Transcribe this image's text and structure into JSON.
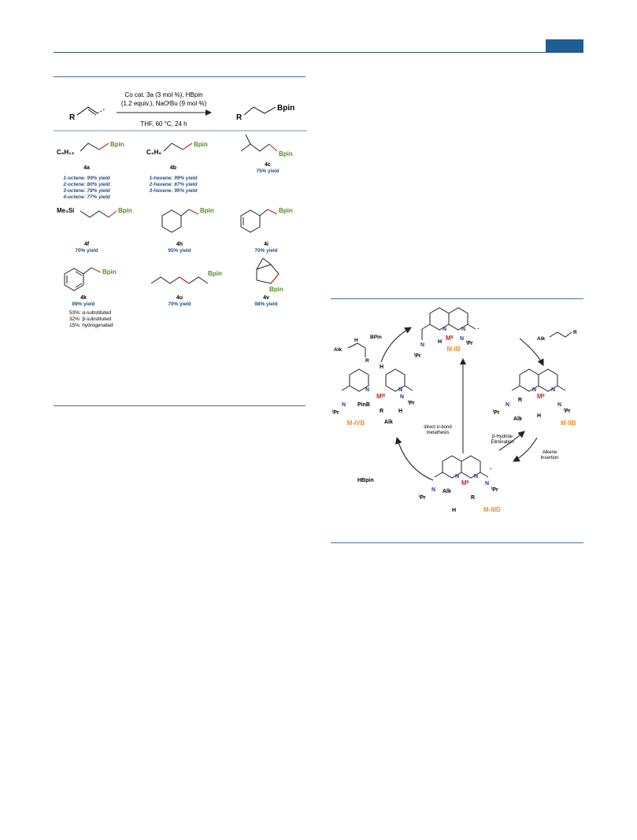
{
  "colors": {
    "header_accent": "#1f5d96",
    "yield_blue": "#1f4e8c",
    "bpin_green": "#5a8a1e",
    "bond_red": "#c8261f",
    "label_orange": "#f28c28",
    "metal_red": "#c8261f",
    "nitrogen_blue": "#2233aa"
  },
  "scheme": {
    "conditions_line1": "Co cat. 3a (3 mol %), HBpin",
    "conditions_line2": "(1.2 equiv.), NaOᵗBu (9 mol %)",
    "conditions_line3": "THF, 60 °C, 24 h",
    "reactant_r": "R",
    "product_r": "R",
    "product_bpin": "Bpin",
    "products": [
      {
        "id": "4a",
        "prefix": "C₆H₁₃",
        "bpin": "Bpin",
        "yields": [
          "1-octene: 99% yield",
          "2-octene: 80% yield",
          "3-octene: 78% yield",
          "4-octene: 77% yield"
        ]
      },
      {
        "id": "4b",
        "prefix": "C₄H₉",
        "bpin": "Bpin",
        "yields": [
          "1-hexene: 99% yield",
          "2-hexene: 87% yield",
          "3-hexene: 95% yield"
        ]
      },
      {
        "id": "4c",
        "bpin": "Bpin",
        "yield": "75% yield"
      },
      {
        "id": "4f",
        "prefix": "Me₃Si",
        "bpin": "Bpin",
        "yield": "70% yield"
      },
      {
        "id": "4h",
        "bpin": "Bpin",
        "yield": "95% yield"
      },
      {
        "id": "4i",
        "bpin": "Bpin",
        "yield": "70% yield"
      },
      {
        "id": "4k",
        "bpin": "Bpin",
        "yield": "99% yield",
        "notes": [
          "53%: α-substituted",
          "32%: β-substituted",
          "15%: hydrogenated"
        ]
      },
      {
        "id": "4u",
        "bpin": "Bpin",
        "yield": "70% yield"
      },
      {
        "id": "4v",
        "bpin": "Bpin",
        "yield": "98% yield"
      }
    ]
  },
  "cycle": {
    "labels": {
      "mib": "M-IB",
      "miib": "M-IIB",
      "miiid": "M-IIID",
      "mivb": "M-IVB"
    },
    "metal_ii": "Mᴵᴵ",
    "metal_iii": "Mᴵᴵᴵ",
    "ipr": "ⁱPr",
    "n": "N",
    "h": "H",
    "r": "R",
    "alk": "Alk",
    "pinb": "PinB",
    "product_bpin": "BPin",
    "hbpin": "HBpin",
    "sigma_line1": "direct σ-bond",
    "sigma_line2": "metathesis",
    "beta_line1": "β-Hydride",
    "beta_line2": "Elimination",
    "insert_line1": "Alkene",
    "insert_line2": "Insertion"
  }
}
